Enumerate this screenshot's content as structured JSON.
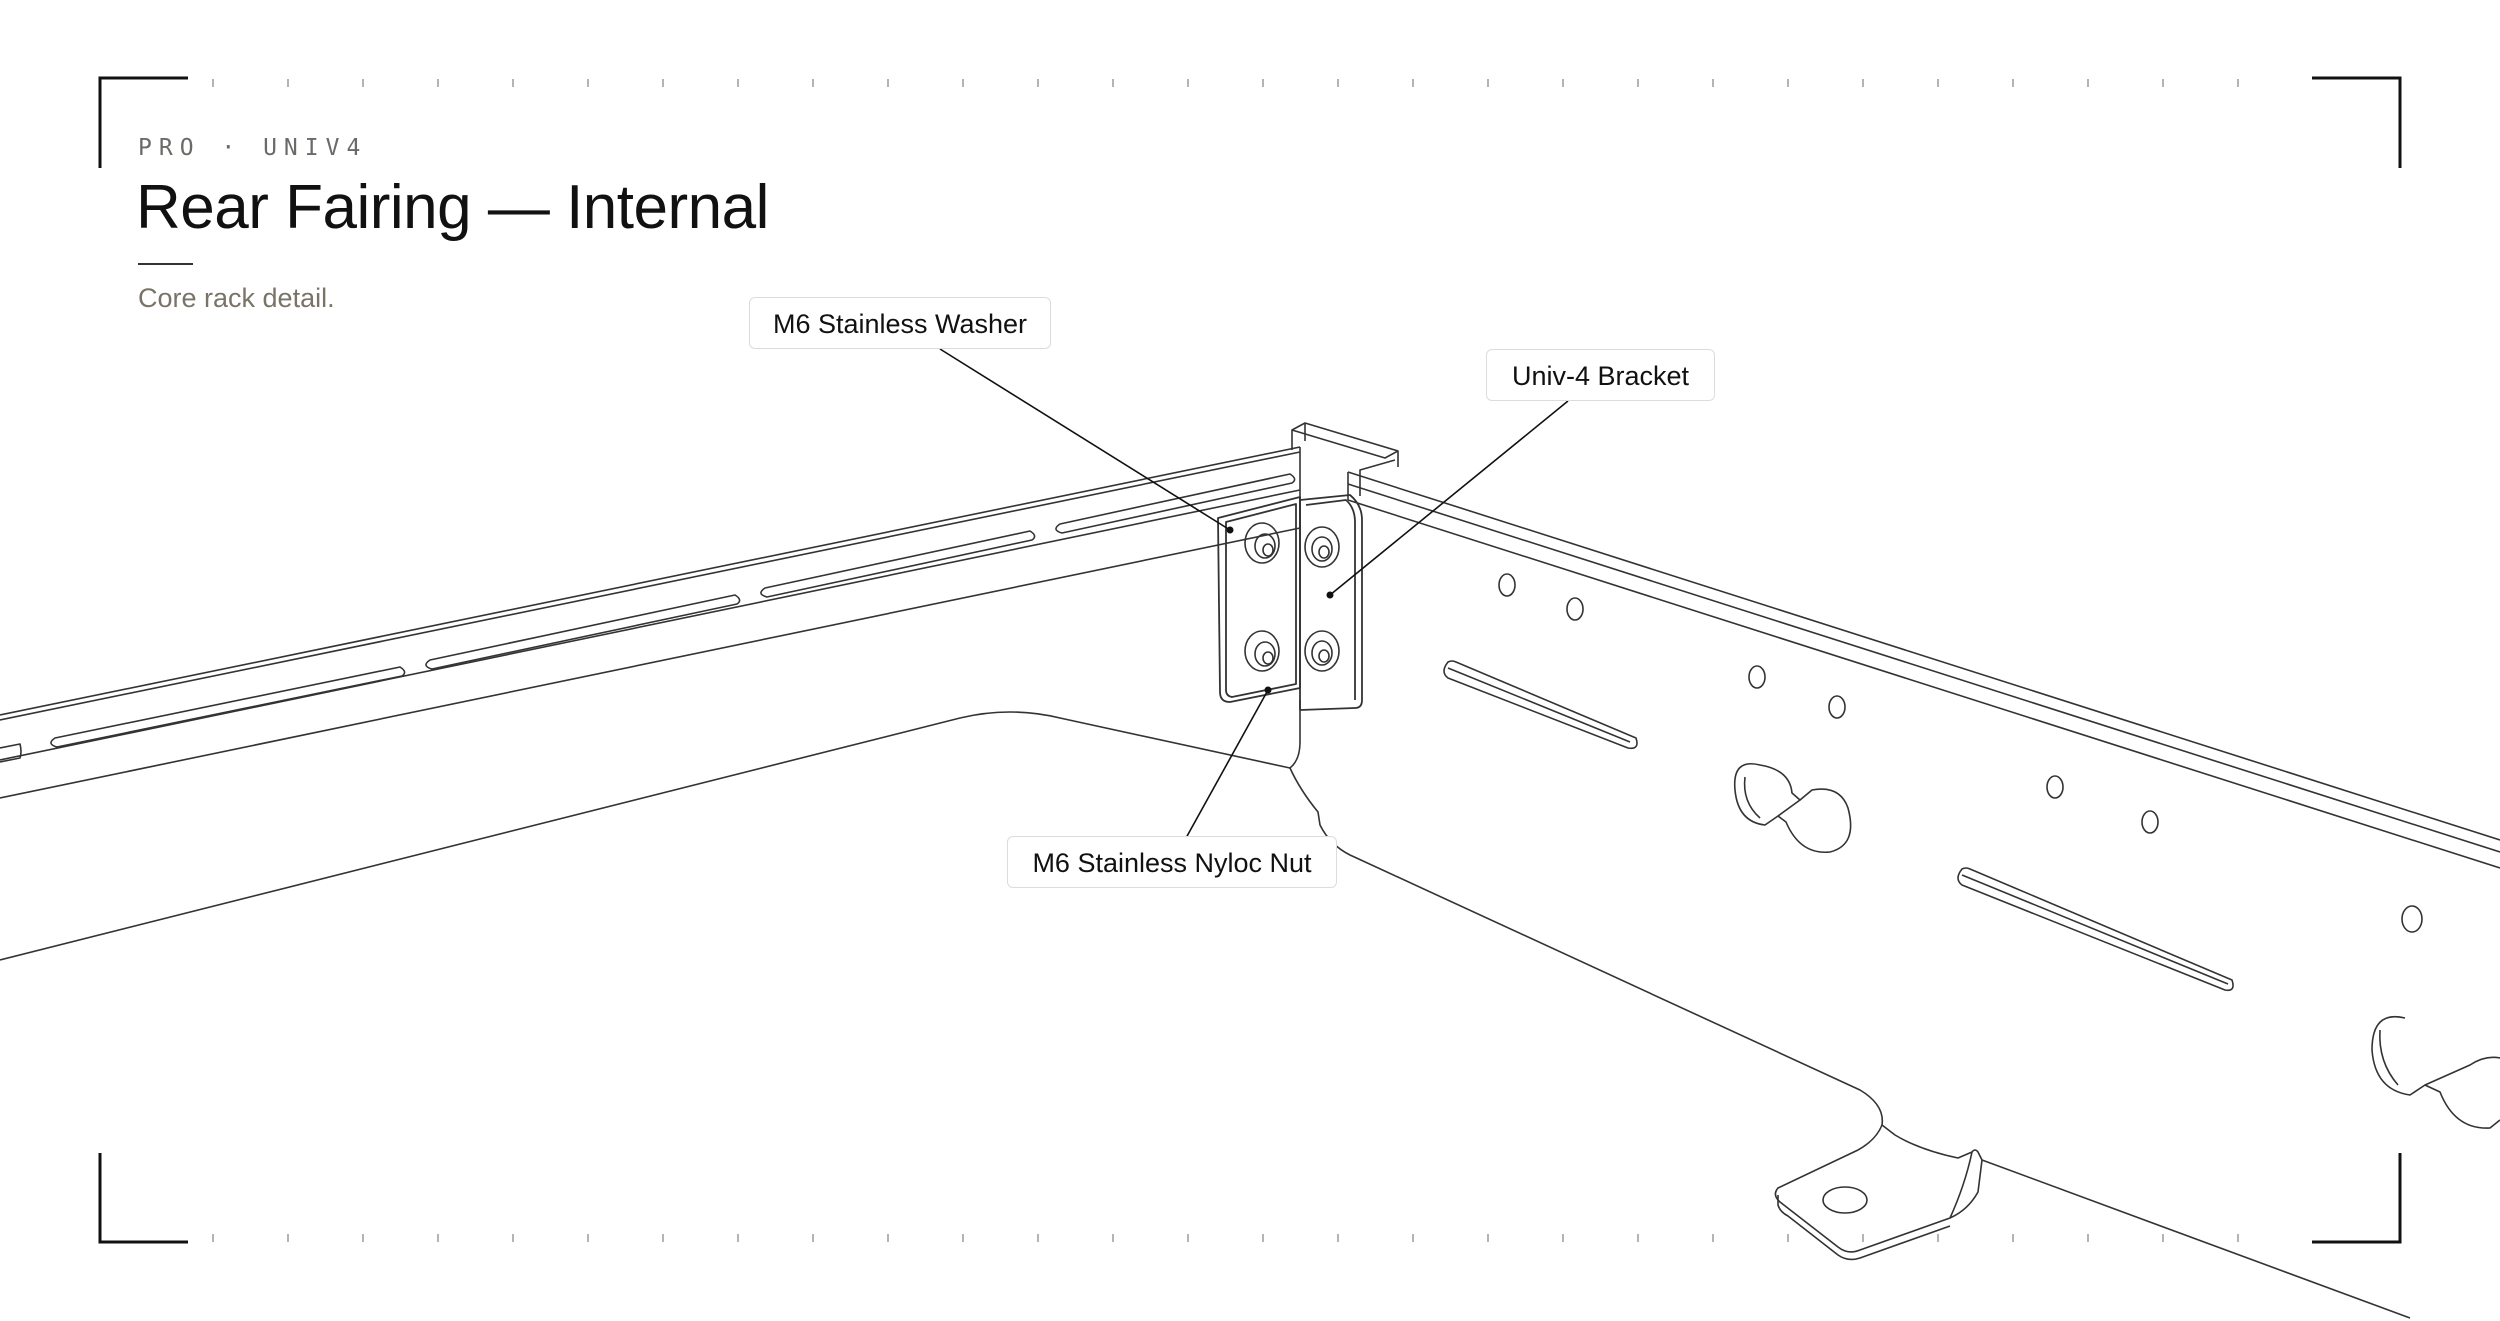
{
  "header": {
    "eyebrow": "PRO · UNIV4",
    "title": "Rear Fairing — Internal",
    "subtitle": "Core rack detail."
  },
  "callouts": {
    "washer": "M6 Stainless Washer",
    "bracket": "Univ-4 Bracket",
    "nut": "M6 Stainless Nyloc Nut"
  },
  "colors": {
    "title": "#111111",
    "subtitle": "#7a7368",
    "eyebrow": "#6b6a66",
    "line": "#333333",
    "frame": "#111111",
    "callout_border": "#dcdcdc"
  }
}
